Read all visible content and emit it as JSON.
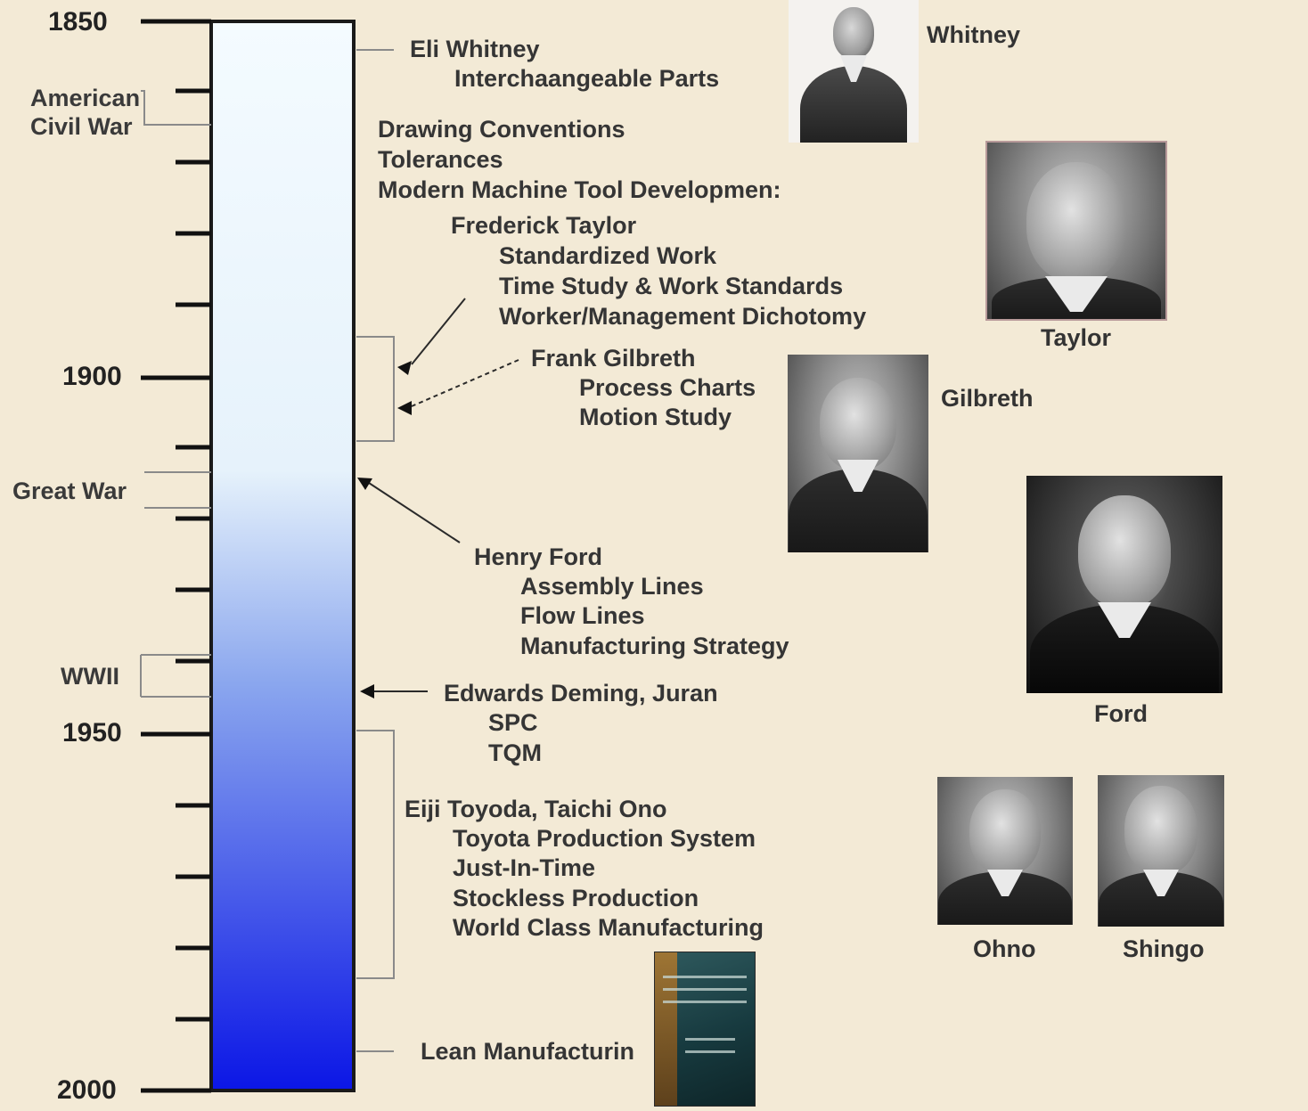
{
  "timeline": {
    "years": {
      "y1850": "1850",
      "y1900": "1900",
      "y1950": "1950",
      "y2000": "2000"
    },
    "gradient": {
      "top": "#f4fbff",
      "bottom": "#0b16e6"
    },
    "wars": {
      "civil_war_line1": "American",
      "civil_war_line2": "Civil War",
      "great_war": "Great War",
      "wwii": "WWII"
    }
  },
  "events": {
    "whitney_name": "Eli Whitney",
    "whitney_item1": "Interchaangeable Parts",
    "conventions1": "Drawing Conventions",
    "conventions2": "Tolerances",
    "conventions3": "Modern Machine Tool Developmen:",
    "taylor_name": "Frederick Taylor",
    "taylor_item1": "Standardized Work",
    "taylor_item2": "Time Study & Work Standards",
    "taylor_item3": "Worker/Management Dichotomy",
    "gilbreth_name": "Frank Gilbreth",
    "gilbreth_item1": "Process Charts",
    "gilbreth_item2": "Motion Study",
    "ford_name": "Henry Ford",
    "ford_item1": "Assembly Lines",
    "ford_item2": "Flow Lines",
    "ford_item3": "Manufacturing Strategy",
    "deming_name": "Edwards Deming, Juran",
    "deming_item1": "SPC",
    "deming_item2": "TQM",
    "toyoda_name": "Eiji Toyoda, Taichi Ono",
    "toyoda_item1": "Toyota Production System",
    "toyoda_item2": "Just-In-Time",
    "toyoda_item3": "Stockless Production",
    "toyoda_item4": "World Class Manufacturing",
    "lean": "Lean Manufacturin"
  },
  "portraits": {
    "whitney": "Whitney",
    "taylor": "Taylor",
    "gilbreth": "Gilbreth",
    "ford": "Ford",
    "ohno": "Ohno",
    "shingo": "Shingo"
  }
}
